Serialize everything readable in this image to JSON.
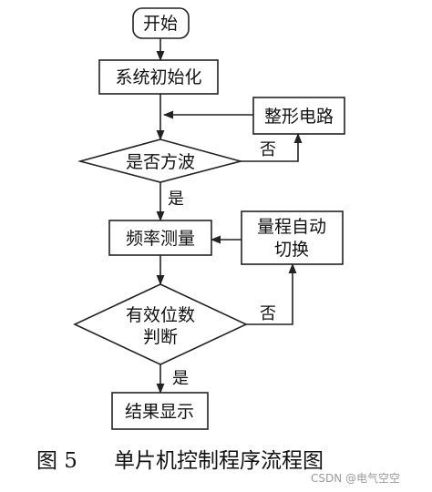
{
  "nodes": {
    "start": "开始",
    "init": "系统初始化",
    "shaping": "整形电路",
    "decision_square": "是否方波",
    "freq_measure": "频率测量",
    "auto_range_line1": "量程自动",
    "auto_range_line2": "切换",
    "decision_valid_line1": "有效位数",
    "decision_valid_line2": "判断",
    "result": "结果显示"
  },
  "edge_labels": {
    "no_1": "否",
    "yes_1": "是",
    "no_2": "否",
    "yes_2": "是"
  },
  "caption": {
    "figure_no": "图 5",
    "title": "单片机控制程序流程图"
  },
  "watermark": "CSDN @电气空空"
}
